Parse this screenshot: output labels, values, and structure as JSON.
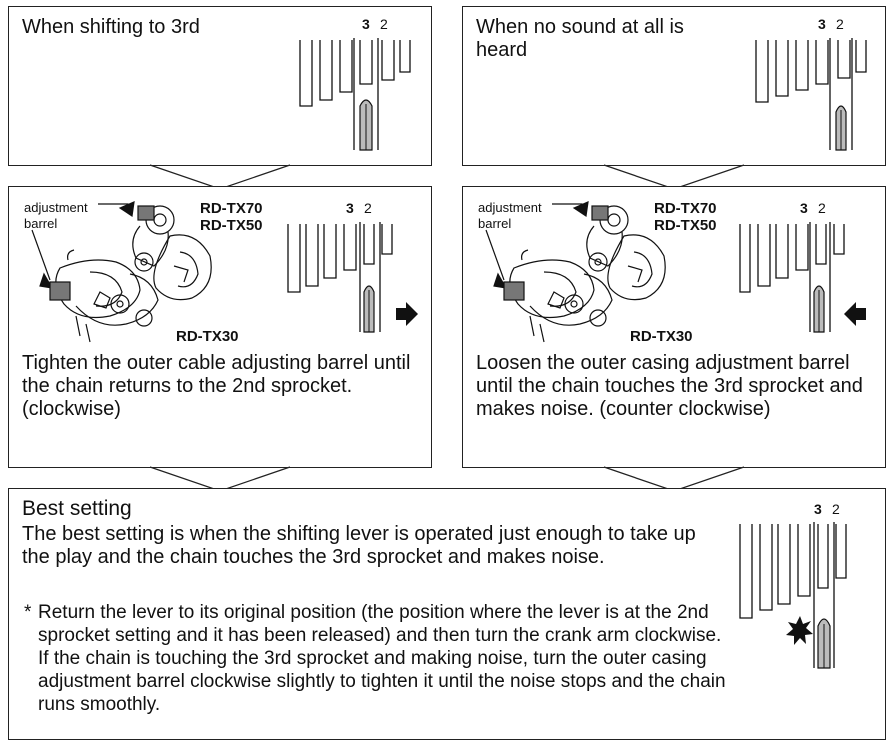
{
  "panels": {
    "top_left": {
      "title": "When shifting to 3rd"
    },
    "top_right": {
      "title": "When no sound at all is heard"
    },
    "mid_left": {
      "label_adjustment": "adjustment",
      "label_barrel": "barrel",
      "model_1": "RD-TX70",
      "model_2": "RD-TX50",
      "model_3": "RD-TX30",
      "text": "Tighten the outer cable adjusting barrel until the chain returns to the 2nd sprocket. (clockwise)"
    },
    "mid_right": {
      "label_adjustment": "adjustment",
      "label_barrel": "barrel",
      "model_1": "RD-TX70",
      "model_2": "RD-TX50",
      "model_3": "RD-TX30",
      "text": "Loosen the outer casing adjustment barrel until the chain touches the 3rd sprocket and makes noise. (counter clockwise)"
    },
    "bottom": {
      "heading": "Best setting",
      "body": "The best setting is when the shifting lever is operated just enough to take up the play and the chain touches the 3rd sprocket and makes noise.",
      "footnote_mark": "*",
      "footnote": "Return the lever to its original position (the position where the lever is at the 2nd sprocket setting and it has been released) and then turn the crank arm clockwise. If the chain is touching the 3rd sprocket and making noise, turn the outer casing adjustment barrel clockwise slightly to tighten it until the noise stops and the chain runs smoothly."
    }
  },
  "sprocket_labels": {
    "third": "3",
    "second": "2"
  }
}
